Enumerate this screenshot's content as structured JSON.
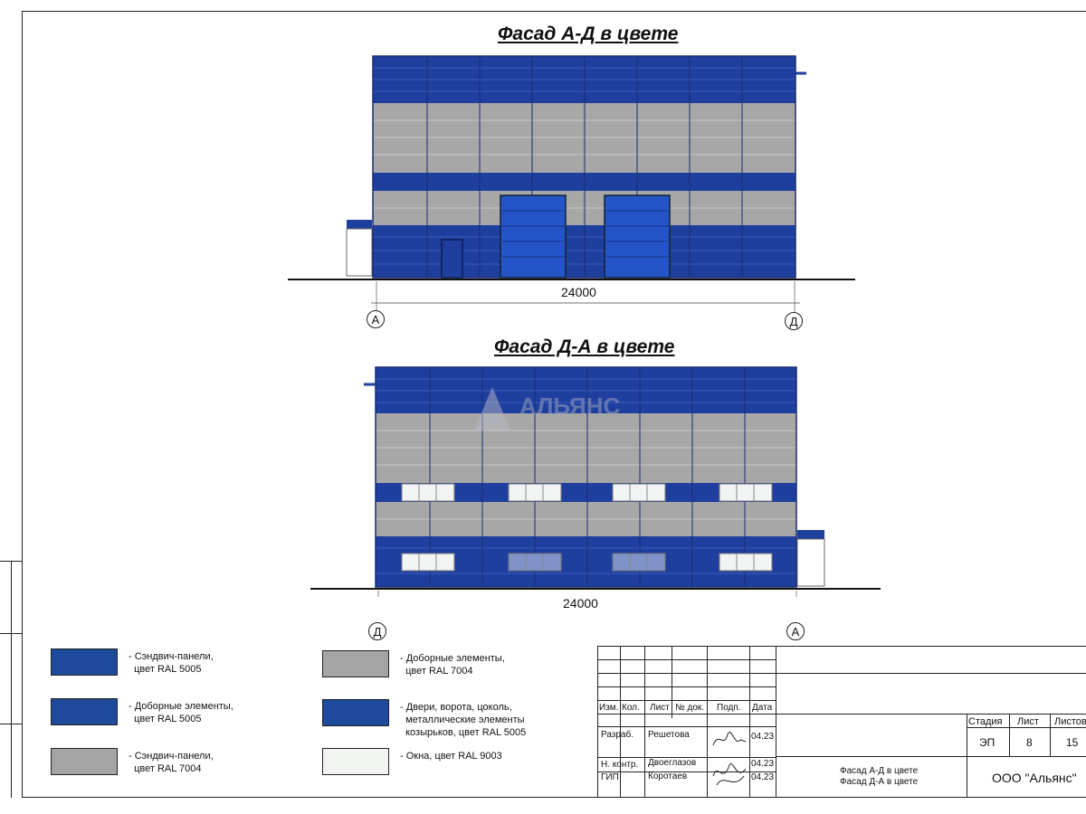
{
  "facade1": {
    "title": "Фасад А-Д в цвете",
    "dimension": "24000",
    "axis_left": "А",
    "axis_right": "Д"
  },
  "facade2": {
    "title": "Фасад Д-А в цвете",
    "dimension": "24000",
    "axis_left": "Д",
    "axis_right": "А",
    "watermark": "АЛЬЯНС"
  },
  "colors": {
    "blue": "#1f3f9e",
    "gray": "#a7a7a7",
    "window": "#f2f4f4"
  },
  "legend": [
    {
      "text": "- Сэндвич-панели,\n  цвет RAL 5005",
      "color": "#1d4a9a"
    },
    {
      "text": "- Доборные элементы,\n  цвет RAL 5005",
      "color": "#1d4a9a"
    },
    {
      "text": "- Сэндвич-панели,\n  цвет RAL 7004",
      "color": "#a4a4a4"
    },
    {
      "text": "- Доборные элементы,\n  цвет RAL 7004",
      "color": "#a4a4a4"
    },
    {
      "text": "- Двери, ворота, цоколь,\n  металлические элементы\n  козырьков, цвет RAL 5005",
      "color": "#1d4a9a"
    },
    {
      "text": "- Окна, цвет RAL 9003",
      "color": "#f2f4f2"
    }
  ],
  "stamp": {
    "headers": [
      "Изм.",
      "Кол.",
      "Лист",
      "№ док.",
      "Подп.",
      "Дата"
    ],
    "rows": [
      {
        "role": "Разраб.",
        "name": "Решетова",
        "date": "04.23"
      },
      {
        "role": "Н. контр.",
        "name": "Двоеглазов",
        "date": "04.23"
      },
      {
        "role": "ГИП",
        "name": "Коротаев",
        "date": "04.23"
      }
    ],
    "stage_label": "Стадия",
    "sheet_label": "Лист",
    "sheets_label": "Листов",
    "stage": "ЭП",
    "sheet": "8",
    "sheets": "15",
    "sheet_title_1": "Фасад А-Д в цвете",
    "sheet_title_2": "Фасад Д-А в цвете",
    "company": "ООО \"Альянс\""
  }
}
